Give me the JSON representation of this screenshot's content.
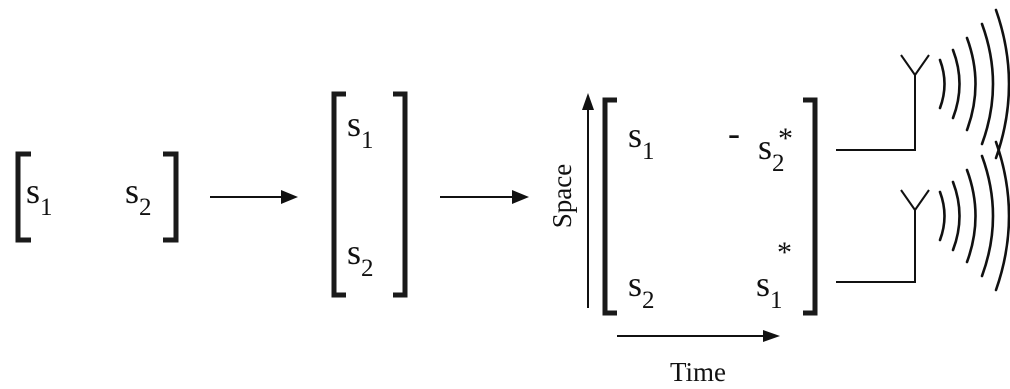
{
  "input_vector": {
    "row": [
      {
        "base": "s",
        "sub": "1"
      },
      {
        "base": "s",
        "sub": "2"
      }
    ]
  },
  "column_vector": {
    "items": [
      {
        "base": "s",
        "sub": "1"
      },
      {
        "base": "s",
        "sub": "2"
      }
    ]
  },
  "code_matrix": {
    "row1": {
      "a": {
        "base": "s",
        "sub": "1"
      },
      "b": {
        "sign": "-",
        "base": "s",
        "sub": "2",
        "conj": "*"
      }
    },
    "row2": {
      "a": {
        "base": "s",
        "sub": "2"
      },
      "b": {
        "base": "s",
        "sub": "1",
        "conj": "*"
      }
    }
  },
  "axes": {
    "vertical_label": "Space",
    "horizontal_label": "Time"
  },
  "antennas": {
    "count": 2,
    "icon": "antenna-icon",
    "waves_icon": "radio-waves-icon"
  }
}
